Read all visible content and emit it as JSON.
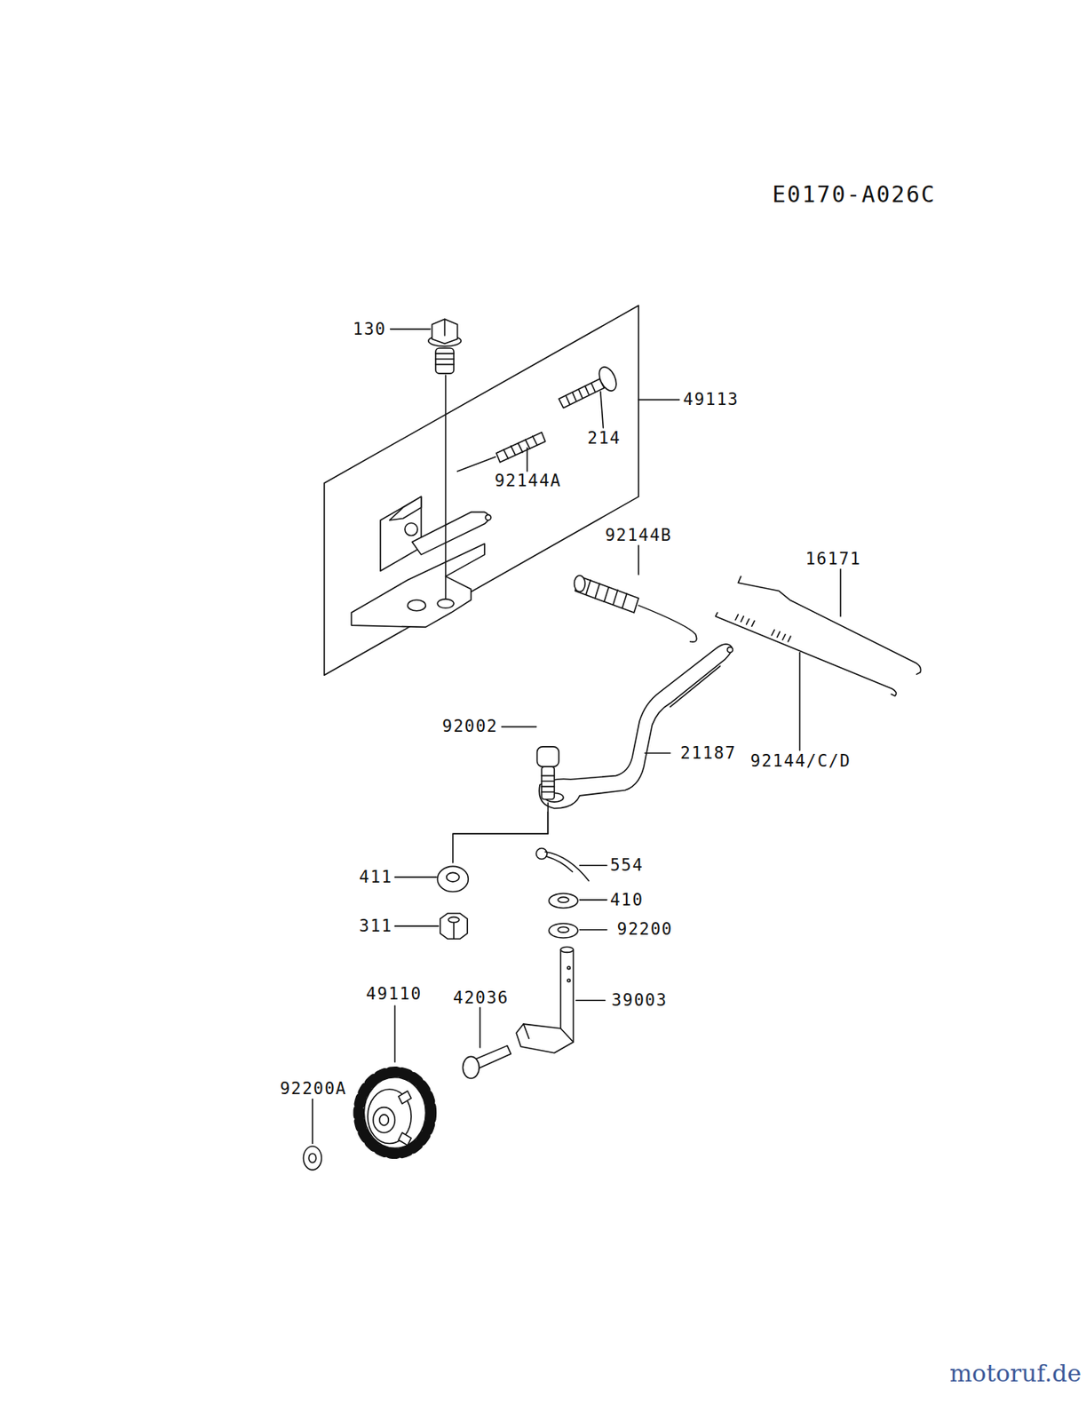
{
  "diagram": {
    "labels": [
      "E0170-A026C",
      "130",
      "49113",
      "214",
      "92144A",
      "92144B",
      "16171",
      "92002",
      "21187",
      "92144/C/D",
      "411",
      "554",
      "410",
      "311",
      "92200",
      "49110",
      "42036",
      "39003",
      "92200A",
      "motoruf.de"
    ]
  }
}
